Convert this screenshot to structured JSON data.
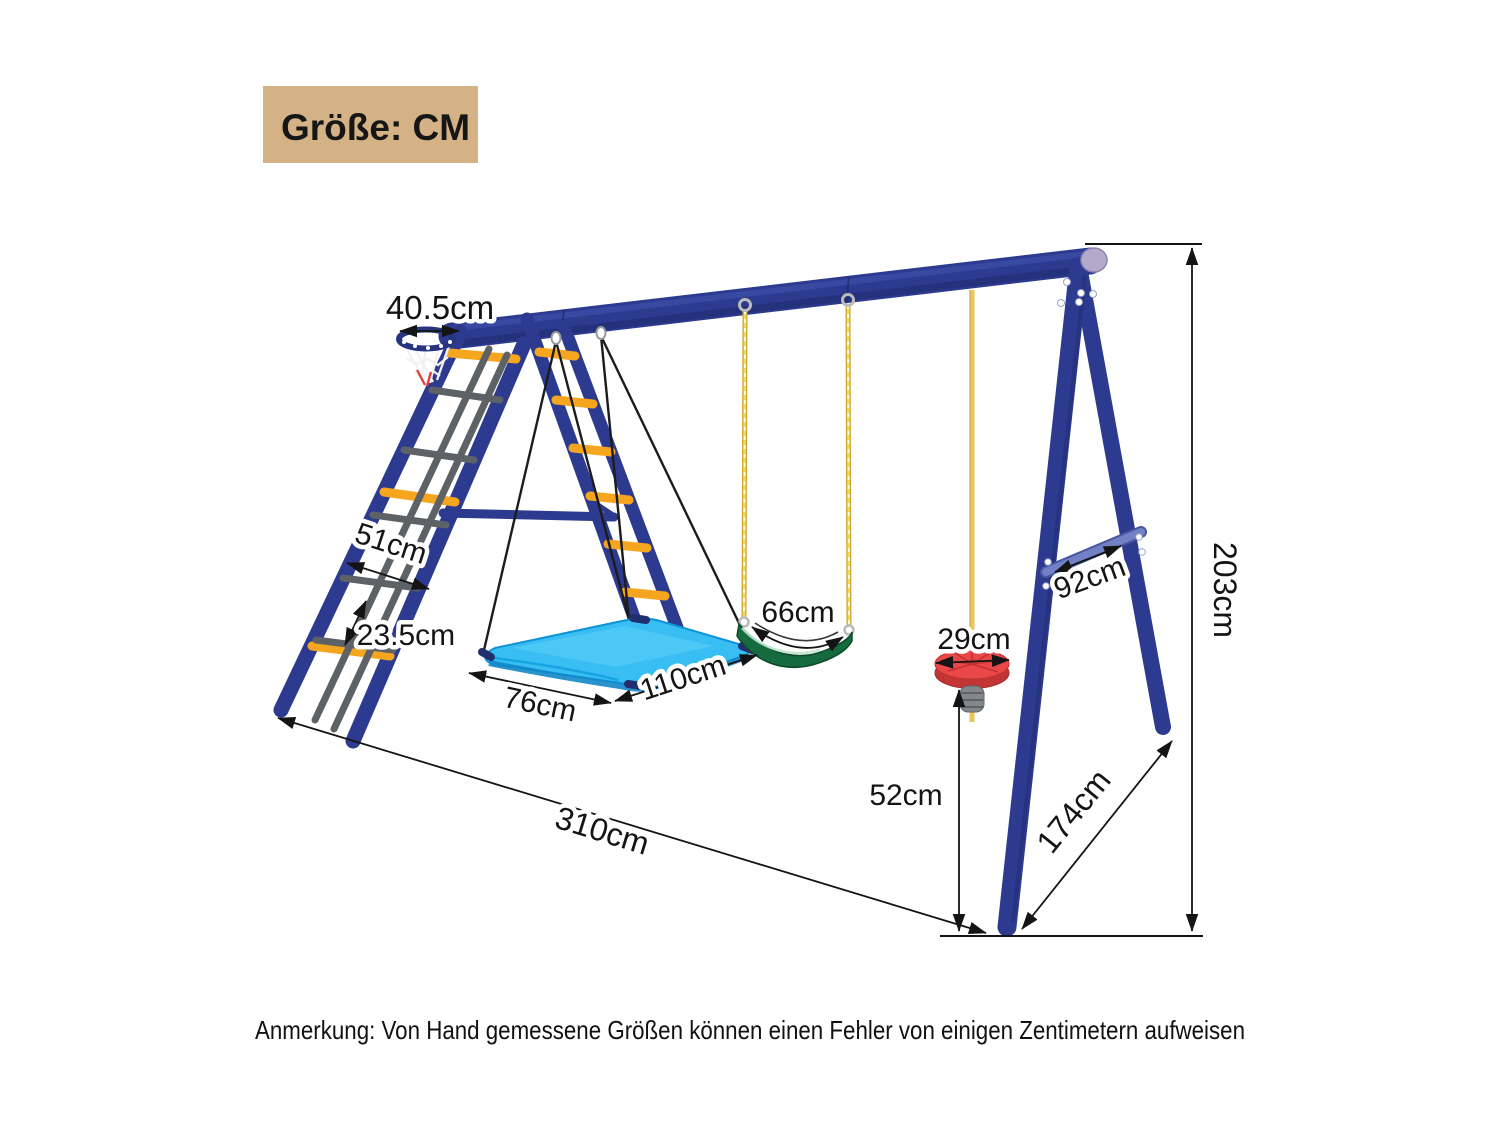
{
  "badge": {
    "label": "Größe: CM"
  },
  "note": "Anmerkung: Von Hand gemessene Größen können einen Fehler von einigen Zentimetern aufweisen",
  "dimensions": {
    "hoop_width": "40.5cm",
    "net_width": "51cm",
    "net_rung_gap": "23.5cm",
    "platform_depth": "76cm",
    "platform_length": "110cm",
    "belt_seat_length": "66cm",
    "disc_diameter": "29cm",
    "disc_height_above_ground": "52cm",
    "crossbar_length": "92cm",
    "total_height": "203cm",
    "total_length": "310cm",
    "base_depth": "174cm"
  },
  "colors": {
    "frame_navy": "#2c3a8f",
    "frame_navy_dark": "#1e2a6b",
    "rung_orange": "#f6a51f",
    "net_gray": "#5d6266",
    "platform_blue": "#38bef2",
    "platform_blue_dark": "#1287c8",
    "seat_green": "#156a3e",
    "chain_yellow": "#e3c23c",
    "rope_yellow": "#e9c65c",
    "disc_red": "#e84545",
    "knot_gray": "#85888b",
    "crossbar_steel": "#7280c6",
    "beam_cap_lavender": "#b3aacb",
    "badge_tan": "#d5b286",
    "annotation_black": "#141414"
  }
}
